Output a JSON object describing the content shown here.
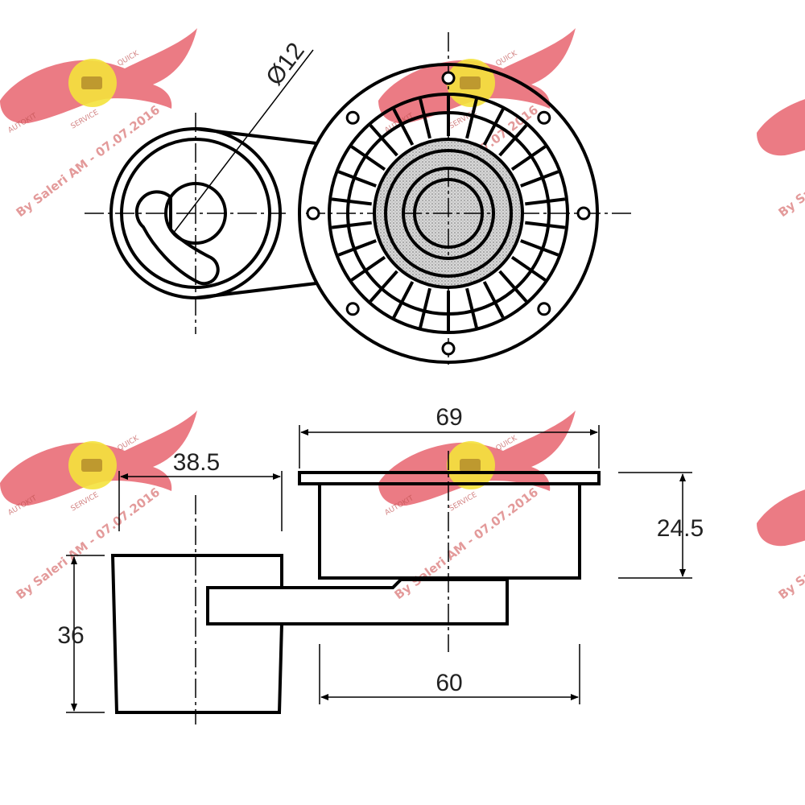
{
  "dimensions": {
    "diameter": "Ø12",
    "width_top": "69",
    "offset": "38.5",
    "height_right": "24.5",
    "height_left": "36",
    "width_bottom": "60"
  },
  "watermark": {
    "text": "By Saleri AM - 07.07.2016",
    "logo_words": [
      "AUTOKIT",
      "QUICK",
      "SERVICE"
    ]
  },
  "colors": {
    "line": "#000000",
    "wing": "#e8646e",
    "logo_yellow": "#f4e23c",
    "watermark_text": "#d87070"
  }
}
